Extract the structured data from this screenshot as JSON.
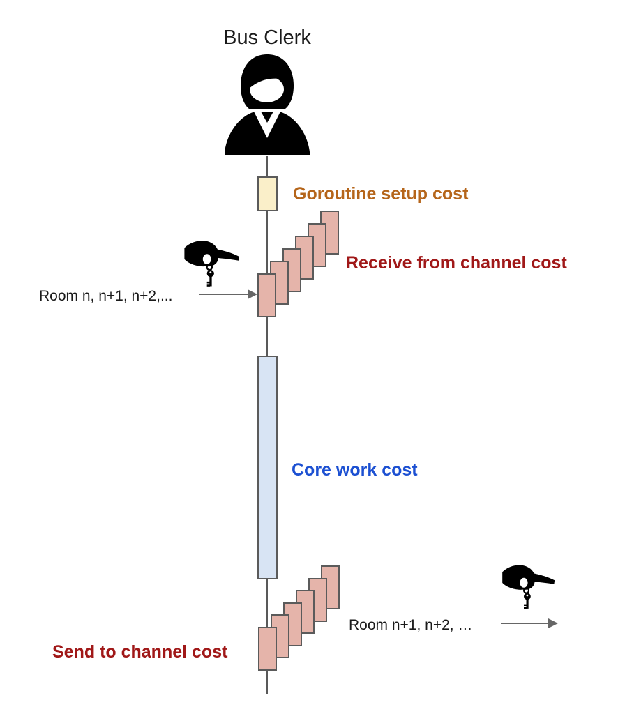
{
  "title": "Bus Clerk",
  "actor": {
    "name": "Bus Clerk",
    "icon": "businesswoman-icon"
  },
  "costs": {
    "setup": {
      "label": "Goroutine setup cost",
      "label_color": "#B5651A",
      "box_fill": "#FAEFC9",
      "box_count": 1
    },
    "receive": {
      "label": "Receive from channel cost",
      "label_color": "#A01818",
      "box_fill": "#E5B4AA",
      "box_count": 6
    },
    "core": {
      "label": "Core work cost",
      "label_color": "#1C50D2",
      "box_fill": "#D8E4F4",
      "box_count": 1
    },
    "send": {
      "label": "Send to channel cost",
      "label_color": "#A01818",
      "box_fill": "#E5B4AA",
      "box_count": 6
    }
  },
  "messages": {
    "incoming": {
      "label": "Room n, n+1, n+2,...",
      "icon": "hand-with-key-icon",
      "arrow_direction": "right"
    },
    "outgoing": {
      "label": "Room n+1, n+2, …",
      "icon": "hand-with-key-icon",
      "arrow_direction": "right"
    }
  },
  "style": {
    "lifeline_color": "#595959",
    "box_border_color": "#5B5B5B",
    "arrow_color": "#666666",
    "background": "#FFFFFF"
  }
}
